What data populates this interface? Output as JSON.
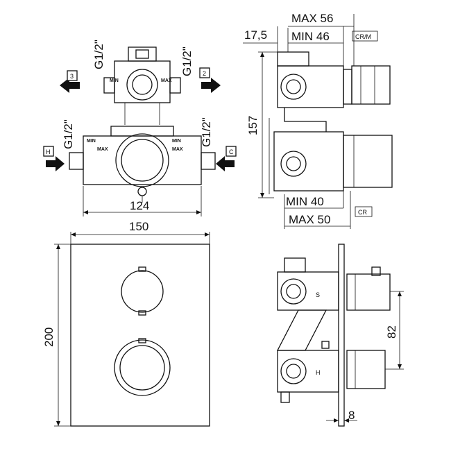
{
  "dimensions": {
    "max56": "MAX 56",
    "min46": "MIN 46",
    "d17_5": "17,5",
    "d157": "157",
    "min40": "MIN 40",
    "max50": "MAX 50",
    "d124": "124",
    "d150": "150",
    "d200": "200",
    "d82": "82",
    "d8": "8"
  },
  "threads": {
    "top_left": "G1/2\"",
    "top_right": "G1/2\"",
    "bottom_left": "G1/2\"",
    "bottom_right": "G1/2\""
  },
  "ports": {
    "outlet_left": "3",
    "outlet_right": "2",
    "hot": "H",
    "cold": "C"
  },
  "valve_markings": {
    "min": "MIN",
    "max": "MAX"
  },
  "side_markings": {
    "s": "S",
    "h": "H"
  },
  "codes": {
    "crm": "CR/M",
    "cr": "CR"
  },
  "arrow_color": "#111111"
}
